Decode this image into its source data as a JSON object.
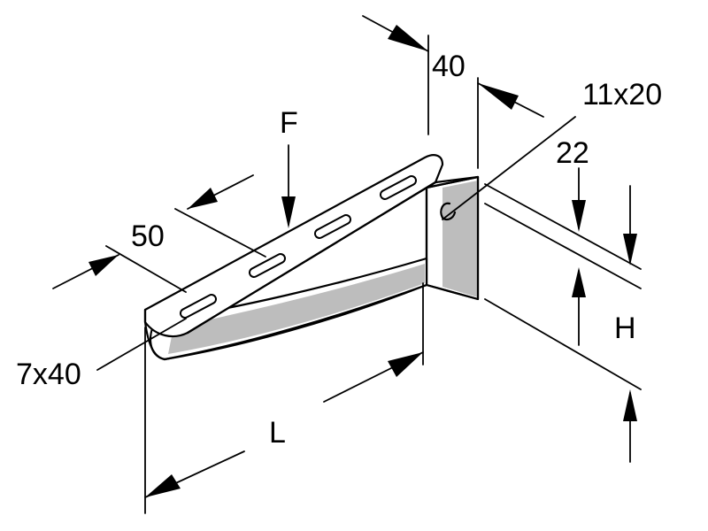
{
  "labels": {
    "dim_40": "40",
    "dim_11x20": "11x20",
    "dim_22": "22",
    "force": "F",
    "dim_50": "50",
    "dim_h": "H",
    "dim_7x40": "7x40",
    "dim_l": "L"
  }
}
